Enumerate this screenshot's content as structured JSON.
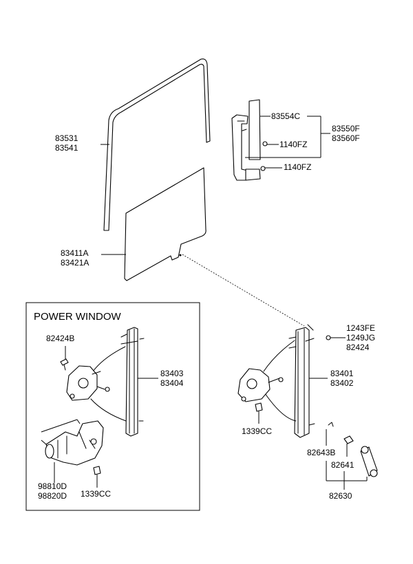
{
  "box": {
    "title": "POWER WINDOW"
  },
  "parts": {
    "run_channel": [
      "83531",
      "83541"
    ],
    "glass": [
      "83411A",
      "83421A"
    ],
    "channel_bracket": "83554C",
    "channel_assy": [
      "83550F",
      "83560F"
    ],
    "screw_1": "1140FZ",
    "screw_2": "1140FZ",
    "pw_bolt": "82424B",
    "pw_regulator": [
      "83403",
      "83404"
    ],
    "motor": [
      "98810D",
      "98820D"
    ],
    "pw_nut": "1339CC",
    "bolts": [
      "1243FE",
      "1249JG",
      "82424"
    ],
    "regulator": [
      "83401",
      "83402"
    ],
    "reg_nut": "1339CC",
    "clip": "82643B",
    "handle_part": "82641",
    "handle_assy": "82630"
  }
}
